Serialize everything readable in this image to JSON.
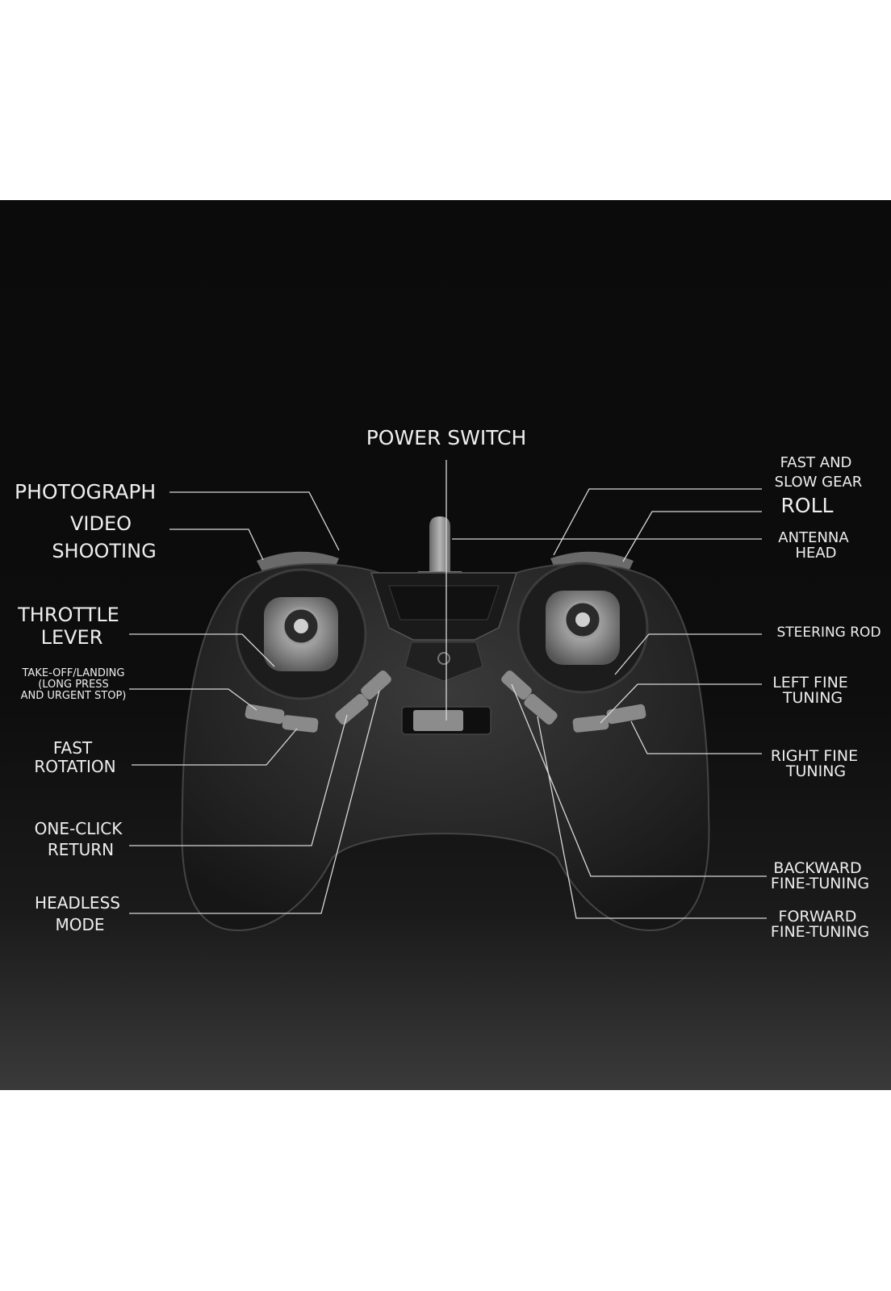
{
  "labels": {
    "power_switch": "POWER SWITCH",
    "photograph": "PHOTOGRAPH",
    "video_1": "VIDEO",
    "video_2": "SHOOTING",
    "throttle_1": "THROTTLE",
    "throttle_2": "LEVER",
    "takeoff_1": "TAKE-OFF/LANDING",
    "takeoff_2": "(LONG PRESS",
    "takeoff_3": "AND URGENT STOP)",
    "fast_rotation_1": "FAST",
    "fast_rotation_2": "ROTATION",
    "one_click_1": "ONE-CLICK",
    "one_click_2": "RETURN",
    "headless_1": "HEADLESS",
    "headless_2": "MODE",
    "fast_slow_1": "FAST AND",
    "fast_slow_2": "SLOW GEAR",
    "roll": "ROLL",
    "antenna_1": "ANTENNA",
    "antenna_2": "HEAD",
    "steering_rod": "STEERING ROD",
    "left_fine_1": "LEFT FINE",
    "left_fine_2": "TUNING",
    "right_fine_1": "RIGHT FINE",
    "right_fine_2": "TUNING",
    "backward_1": "BACKWARD",
    "backward_2": "FINE-TUNING",
    "forward_1": "FORWARD",
    "forward_2": "FINE-TUNING"
  },
  "colors": {
    "background": "#0d0d0d",
    "controller_body": "#2a2a2a",
    "buttons": "#8a8a8a",
    "label_text": "#eeeeee"
  }
}
